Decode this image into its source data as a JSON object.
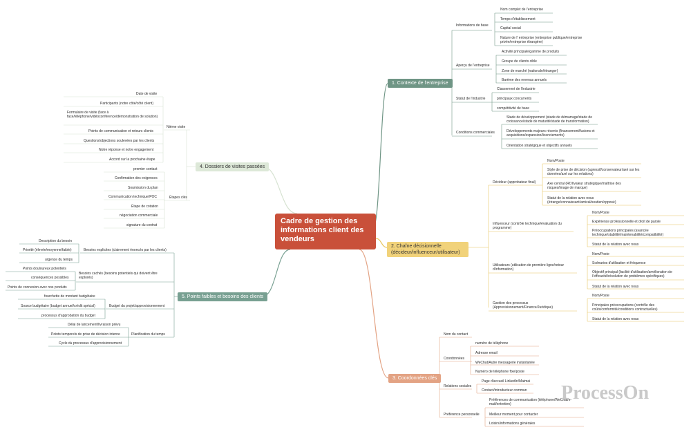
{
  "center": "Cadre de gestion des informations client des vendeurs",
  "watermark": "ProcessOn",
  "b1": {
    "label": "1. Contexte de l'entreprise",
    "info": {
      "label": "Informations de base",
      "items": [
        "Nom complet de l'entreprise",
        "Temps d'établissement",
        "Capital social",
        "Nature de l'   entreprise (entreprise publique/entreprise privée/entreprise étrangère)"
      ]
    },
    "apercu": {
      "label": "Aperçu de l'entreprise",
      "items": [
        "Activité principale/gamme de produits",
        "Groupe de clients cible",
        "Zone de marché (nationale/étranger)",
        "Barème des revenus annuels"
      ]
    },
    "statut": {
      "label": "Statut de l'industrie",
      "items": [
        "Classement de l'industrie",
        "principaux concurrents",
        "compétitivité de base"
      ]
    },
    "cond": {
      "label": "Conditions commerciales",
      "items": [
        "Stade de développement (stade de démarrage/stade de croissance/stade de maturité/stade de transformation)",
        "Développements majeurs récents (financement/fusions et acquisitions/expansion/licenciements)",
        "Orientation stratégique et objectifs annuels"
      ]
    }
  },
  "b2": {
    "label": "2. Chaîne décisionnelle (décideur/influenceur/utilisateur)",
    "decideur": {
      "label": "Décideur (approbateur final)",
      "items": [
        "Nom/Poste",
        "Style de prise de décision (agressif/conservateur/axé sur les données/axé sur les relations)",
        "Axe central (ROI/valeur stratégique/maîtrise des risques/image de marque)",
        "Statut de la relation avec nous (étrange/connaissant/amical/soutien/opposé)"
      ]
    },
    "influenceur": {
      "label": "Influenceur (contrôle technique/évaluation du programme)",
      "items": [
        "Nom/Poste",
        "Expérience professionnelle et droit de parole",
        "Préoccupations principales (avancée technique/stabilité/maintenabilité/compatibilité)",
        "Statut de la relation avec nous"
      ]
    },
    "utilisateurs": {
      "label": "Utilisateurs (utilisation de première ligne/retour d'information)",
      "items": [
        "Nom/Poste",
        "Scénarios d'utilisation et fréquence",
        "Objectif principal (facilité d'utilisation/amélioration de l'efficacité/résolution de problèmes spécifiques)",
        "Statut de la relation avec nous"
      ]
    },
    "gardien": {
      "label": "Gardien des processus (Approvisionnement/Finance/Juridique)",
      "items": [
        "Nom/Poste",
        "Principales préoccupations (contrôle des coûts/conformité/conditions contractuelles)",
        "Statut de la relation avec nous"
      ]
    }
  },
  "b3": {
    "label": "3. Coordonnées clés",
    "nom": "Nom du contact",
    "coord": {
      "label": "Coordonnées",
      "items": [
        "numéro de téléphone",
        "Adresse email",
        "WeChat/Autre messagerie instantanée",
        "Numéro de téléphone fixe/poste"
      ]
    },
    "rel": {
      "label": "Relations sociales",
      "items": [
        "Page d'accueil LinkedIn/Maimai",
        "Contact/introducteur commun"
      ]
    },
    "pref": {
      "label": "Préférence personnelle",
      "items": [
        "Préférences de communication (téléphone/WeChat/e-mail/entretien)",
        "Meilleur moment pour contacter",
        "Loisirs/informations générales"
      ]
    }
  },
  "b4": {
    "label": "4. Dossiers de visites passées",
    "nieme": {
      "label": "Nième visite",
      "items": [
        "Date de visite",
        "Participants (notre côté/côté client)",
        "Formulaire de visite (face à face/téléphone/vidéoconférence/démonstration de solution)",
        "Points de communication et retours clients",
        "Questions/objections soulevées par les clients",
        "Notre réponse et notre engagement",
        "Accord sur la prochaine étape"
      ]
    },
    "etapes": {
      "label": "Étapes clés",
      "items": [
        "premier contact",
        "Confirmation des exigences",
        "Soumission du plan",
        "Communication technique/POC",
        "Étape de cotation",
        "négociation commerciale",
        "signature du contrat"
      ]
    }
  },
  "b5": {
    "label": "5. Points faibles et besoins des clients",
    "explicites": {
      "label": "Besoins explicites (clairement énoncés par les clients)",
      "items": [
        "Description du besoin",
        "Priorité (élevée/moyenne/faible)",
        "urgence du temps"
      ]
    },
    "caches": {
      "label": "Besoins cachés (besoins potentiels qui doivent être explorés)",
      "items": [
        "Points douloureux potentiels",
        "conséquences possibles",
        "Points de connexion avec nos produits"
      ]
    },
    "budget": {
      "label": "Budget du projet/approvisionnement",
      "items": [
        "fourchette de montant budgétaire",
        "Source budgétaire (budget annuel/crédit spécial)",
        "processus d'approbation du budget"
      ]
    },
    "planif": {
      "label": "Planification du temps",
      "items": [
        "Délai de lancement/livraison prévu",
        "Points temporels de prise de décision interne",
        "Cycle du processus d'approvisionnement"
      ]
    }
  },
  "colors": {
    "b1": "#6f9585",
    "b2": "#f1d27a",
    "b3": "#e3a384",
    "b4": "#dde8d8",
    "b5": "#78a092",
    "center": "#c9503a"
  }
}
